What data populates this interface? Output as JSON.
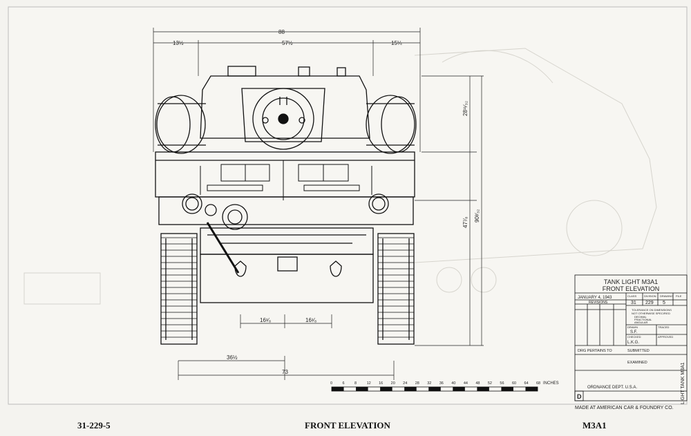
{
  "drawing": {
    "dims": {
      "overall_width": "88",
      "top_left": "13½",
      "top_mid": "57½",
      "top_right": "15¼",
      "height_upper": "28¹¹⁄₃₂",
      "height_mid": "47⁷⁄₈",
      "height_total": "90²⁄₃₂",
      "hook_left": "16¹⁄₈",
      "hook_right": "16¹⁄₈",
      "track_centre": "36½",
      "tread": "73"
    },
    "scale": {
      "ticks": [
        "0",
        "6",
        "8",
        "12",
        "16",
        "20",
        "24",
        "28",
        "32",
        "36",
        "40",
        "44",
        "48",
        "52",
        "56",
        "60",
        "64",
        "68"
      ],
      "unit": "INCHES"
    },
    "side_text": "LIGHT TANK M3A1"
  },
  "title_block": {
    "title1": "TANK LIGHT M3A1",
    "title2": "FRONT ELEVATION",
    "date": "JANUARY 4, 1943",
    "revisions_label": "REVISIONS",
    "class_label": "CLASS",
    "class_value": "31",
    "division_label": "DIVISION",
    "division_value": "229",
    "drawing_label": "DRAWING",
    "drawing_value": "5",
    "file_label": "FILE",
    "tolerance_line1": "TOLERANCE ON DIMENSIONS",
    "tolerance_line2": "NOT OTHERWISE SPECIFIED",
    "tolerance_line3": "DECIMAL",
    "tolerance_line4": "FRACTIONAL",
    "tolerance_line5": "ANGULAR",
    "drawn_label": "DRAWN",
    "drawn_value": "S.F.",
    "checked_label": "CHECKED",
    "checked_value": "L.K.G.",
    "traced_label": "TRACED",
    "approved_label": "APPROVED",
    "pertains_label": "DRG PERTAINS TO",
    "submitted_label": "SUBMITTED",
    "examined_label": "EXAMINED",
    "dept_label": "ORDNANCE DEPT. U.S.A.",
    "letter": "D",
    "maker": "MADE AT AMERICAN CAR & FOUNDRY CO."
  },
  "caption": {
    "number": "31-229-5",
    "title": "FRONT ELEVATION",
    "model": "M3A1"
  }
}
